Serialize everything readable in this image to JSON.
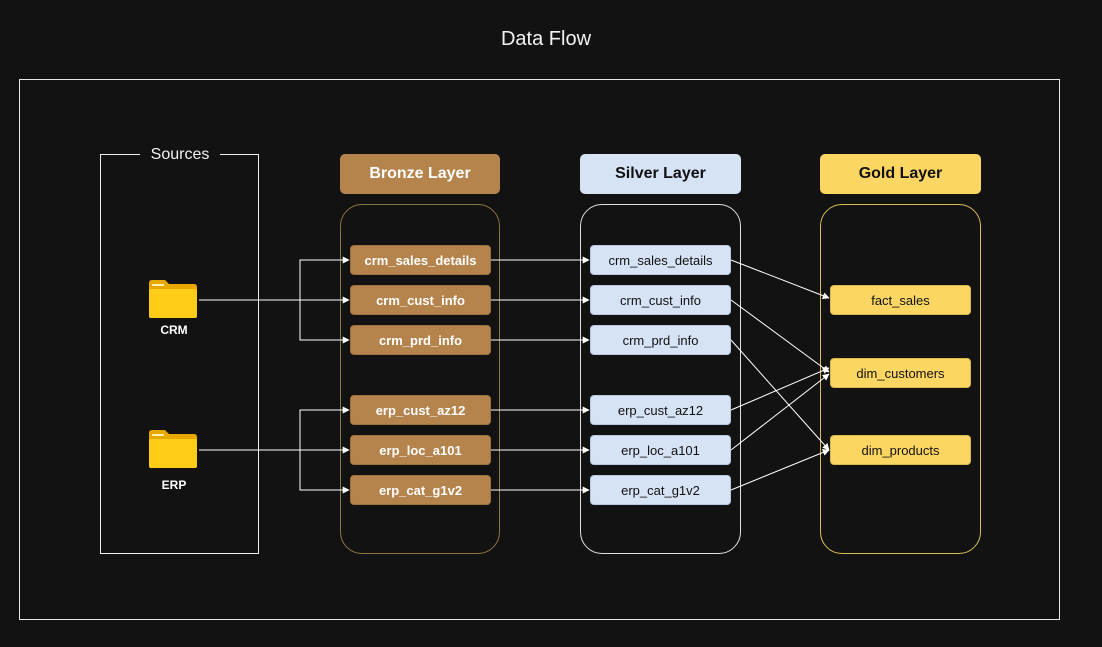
{
  "title": "Data Flow",
  "sources": {
    "label": "Sources",
    "items": [
      {
        "label": "CRM",
        "icon": "folder-icon"
      },
      {
        "label": "ERP",
        "icon": "folder-icon"
      }
    ]
  },
  "bronze": {
    "header": "Bronze Layer",
    "color": "#b5844d",
    "tables": [
      "crm_sales_details",
      "crm_cust_info",
      "crm_prd_info",
      "erp_cust_az12",
      "erp_loc_a101",
      "erp_cat_g1v2"
    ]
  },
  "silver": {
    "header": "Silver Layer",
    "color": "#d5e3f5",
    "tables": [
      "crm_sales_details",
      "crm_cust_info",
      "crm_prd_info",
      "erp_cust_az12",
      "erp_loc_a101",
      "erp_cat_g1v2"
    ]
  },
  "gold": {
    "header": "Gold Layer",
    "color": "#fcd663",
    "tables": [
      "fact_sales",
      "dim_customers",
      "dim_products"
    ]
  },
  "flows": {
    "silver_to_gold": [
      {
        "from": "crm_sales_details",
        "to": "fact_sales"
      },
      {
        "from": "crm_cust_info",
        "to": "dim_customers"
      },
      {
        "from": "crm_prd_info",
        "to": "dim_products"
      },
      {
        "from": "erp_cust_az12",
        "to": "dim_customers"
      },
      {
        "from": "erp_loc_a101",
        "to": "dim_customers"
      },
      {
        "from": "erp_cat_g1v2",
        "to": "dim_products"
      }
    ]
  }
}
